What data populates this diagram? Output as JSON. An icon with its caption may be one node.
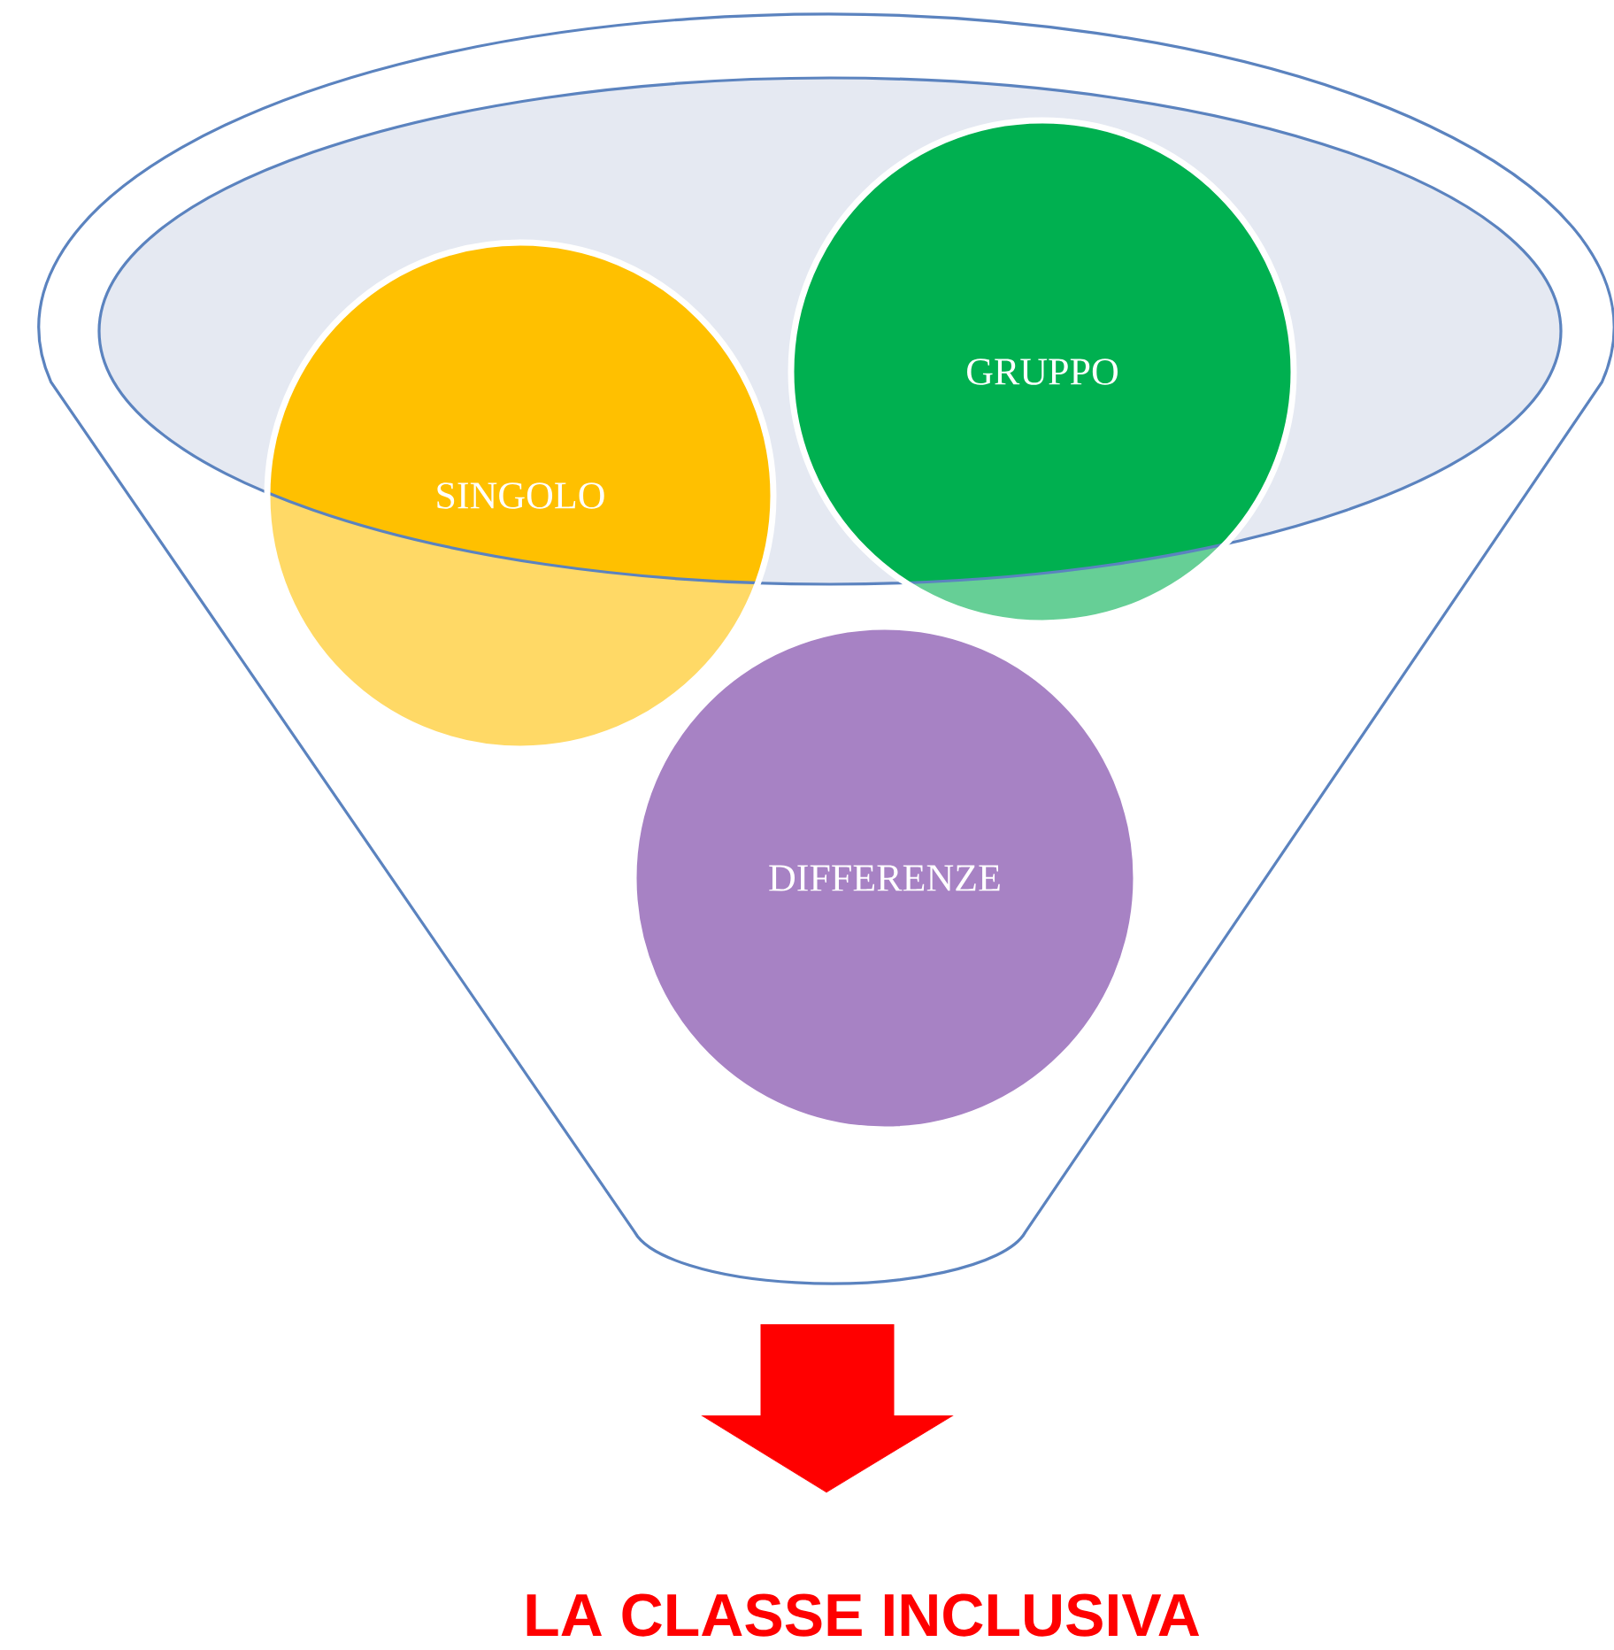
{
  "diagram": {
    "nodes": [
      {
        "text": [],
        "shape": "funnel"
      },
      {
        "text": [
          "SINGOLO"
        ],
        "in": 0
      },
      {
        "text": [
          "GRUPPO"
        ],
        "in": 0
      },
      {
        "text": [
          "DIFFERENZE"
        ],
        "in": 0
      },
      {
        "text": [
          "LA CLASSE INCLUSIVA"
        ]
      }
    ],
    "edges": [
      {
        "from": 0,
        "to": 4,
        "arrow": "to",
        "style": "thick"
      }
    ]
  }
}
